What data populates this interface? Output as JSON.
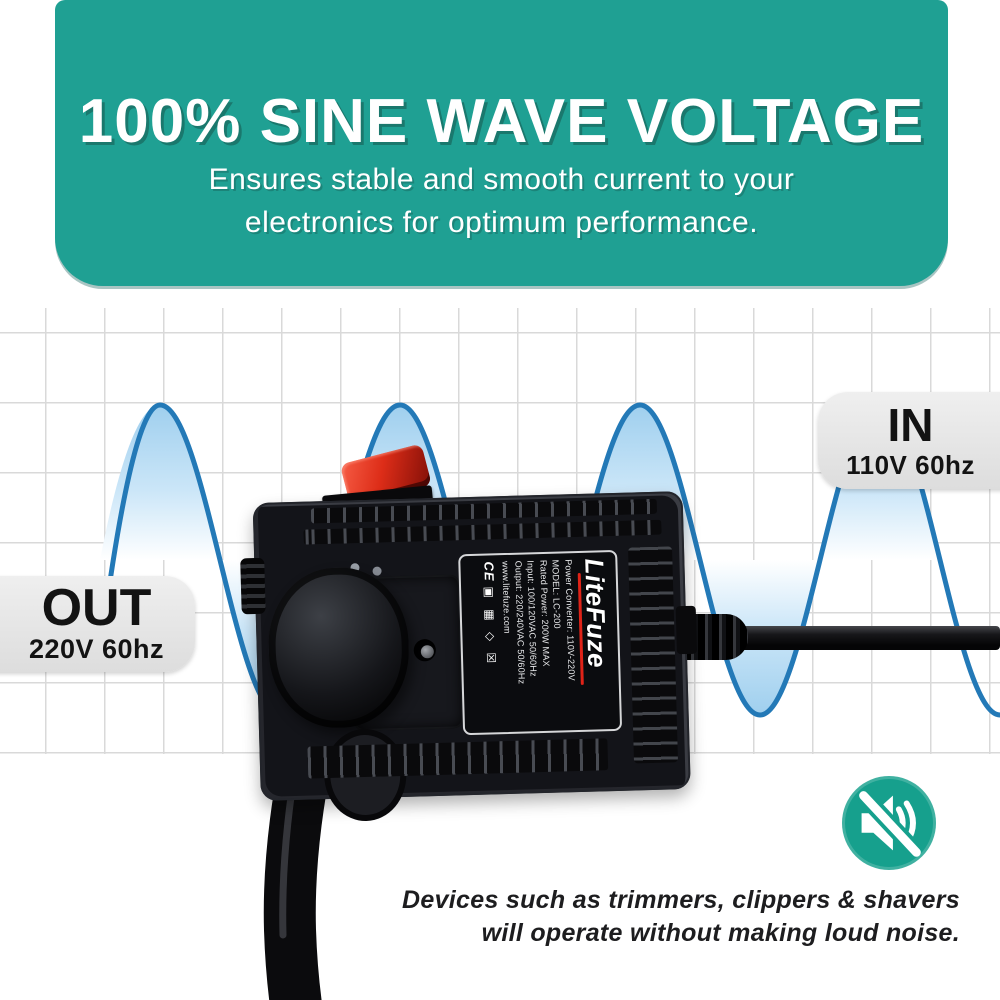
{
  "banner": {
    "title": "100% SINE WAVE VOLTAGE",
    "subtitle_line1": "Ensures stable and smooth current to your",
    "subtitle_line2": "electronics for optimum performance.",
    "bg_color": "#1FA093"
  },
  "diagram": {
    "in_label": {
      "title": "IN",
      "subtitle": "110V 60hz"
    },
    "out_label": {
      "title": "OUT",
      "subtitle": "220V 60hz"
    },
    "wave": {
      "stroke_color": "#2379B7",
      "fill_color": "#9FCFEE",
      "grid_color": "#D9D9D9"
    }
  },
  "device": {
    "brand": "LiteFuze",
    "label_lines": [
      "Power Converter: 110V-220V",
      "MODEL: LC-200",
      "Rated Power: 200W MAX",
      "Input: 100/120VAC 50/60Hz",
      "Output: 220/240VAC 50/60Hz",
      "www.litefuze.com"
    ],
    "cert_marks": {
      "ce": "CE",
      "others": "▣ ▦ ◇ ☒"
    }
  },
  "footer": {
    "line1": "Devices such as trimmers, clippers & shavers",
    "line2": "will operate without making loud noise.",
    "mute_icon_color": "#16A08D"
  }
}
